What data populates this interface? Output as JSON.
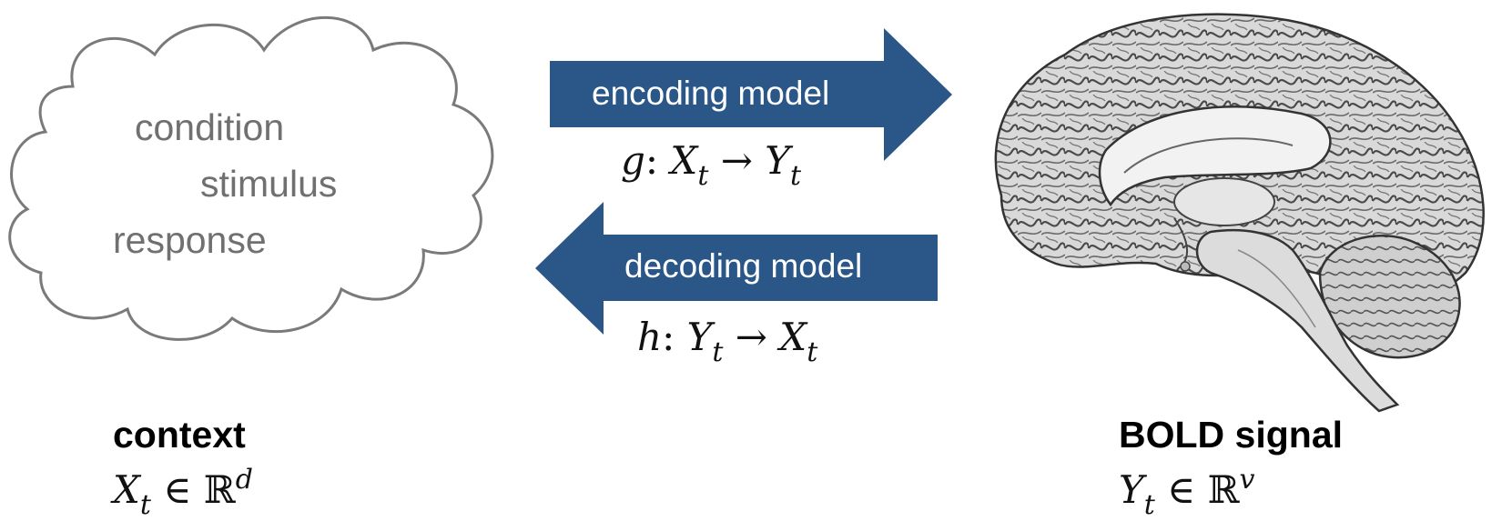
{
  "cloud": {
    "words": [
      "condition",
      "stimulus",
      "response"
    ]
  },
  "encoding": {
    "label": "encoding model",
    "func": "g",
    "from_var": "X",
    "from_sub": "t",
    "arrow": "→",
    "to_var": "Y",
    "to_sub": "t"
  },
  "decoding": {
    "label": "decoding model",
    "func": "h",
    "from_var": "Y",
    "from_sub": "t",
    "arrow": "→",
    "to_var": "X",
    "to_sub": "t"
  },
  "context": {
    "title": "context",
    "var": "X",
    "sub": "t",
    "elem": "∈",
    "space": "ℝ",
    "dim": "d"
  },
  "bold": {
    "title": "BOLD signal",
    "var": "Y",
    "sub": "t",
    "elem": "∈",
    "space": "ℝ",
    "dim": "v"
  },
  "colors": {
    "arrow_fill": "#2a5688",
    "cloud_stroke": "#7a7a7a",
    "cloud_text": "#707070"
  },
  "icons": {
    "brain": "brain-sagittal-illustration"
  }
}
